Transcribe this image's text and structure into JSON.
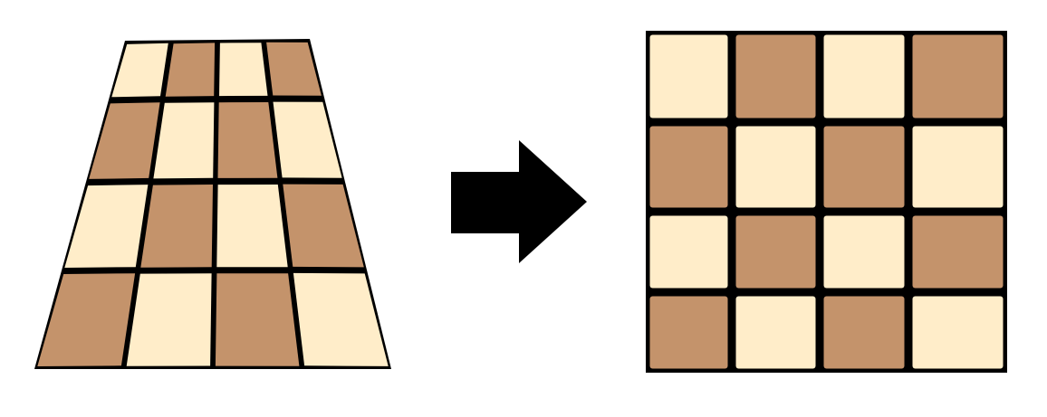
{
  "diagram": {
    "type": "perspective-correction",
    "colors": {
      "light": "#FFEDC9",
      "dark": "#C4936B",
      "line": "#000000",
      "background": "#FFFFFF"
    },
    "source_board": {
      "name": "perspective-checkerboard",
      "rows": 4,
      "cols": 4,
      "pattern": [
        [
          "light",
          "dark",
          "light",
          "dark"
        ],
        [
          "dark",
          "light",
          "dark",
          "light"
        ],
        [
          "light",
          "dark",
          "light",
          "dark"
        ],
        [
          "dark",
          "light",
          "dark",
          "light"
        ]
      ]
    },
    "arrow": {
      "icon": "right-arrow-icon",
      "direction": "right"
    },
    "result_board": {
      "name": "rectified-checkerboard",
      "rows": 4,
      "cols": 4,
      "pattern": [
        [
          "light",
          "dark",
          "light",
          "dark"
        ],
        [
          "dark",
          "light",
          "dark",
          "light"
        ],
        [
          "light",
          "dark",
          "light",
          "dark"
        ],
        [
          "dark",
          "light",
          "dark",
          "light"
        ]
      ]
    }
  }
}
